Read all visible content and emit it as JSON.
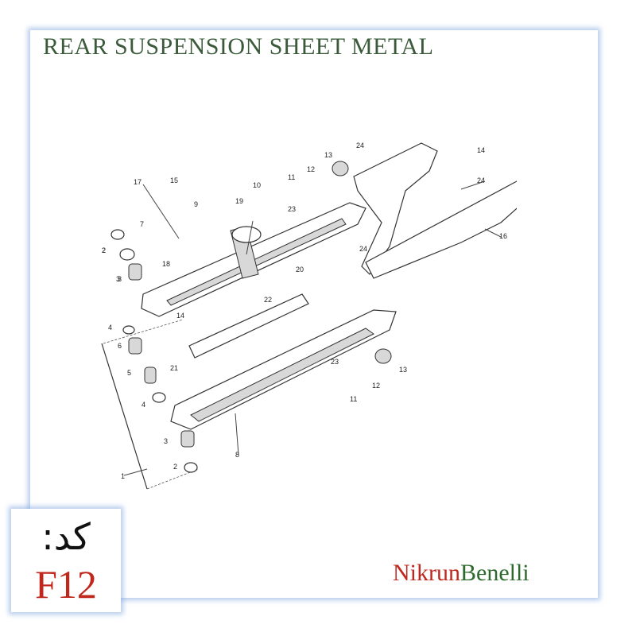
{
  "title": "REAR SUSPENSION SHEET METAL",
  "brand": {
    "part1": "Nikrun",
    "part2": "Benelli"
  },
  "code": {
    "label": "کد:",
    "value": "F12"
  },
  "callouts": [
    "1",
    "2",
    "3",
    "4",
    "5",
    "6",
    "4",
    "3",
    "2",
    "7",
    "2",
    "3",
    "17",
    "15",
    "9",
    "18",
    "19",
    "10",
    "11",
    "12",
    "13",
    "23",
    "24",
    "14",
    "24",
    "16",
    "24",
    "20",
    "22",
    "14",
    "21",
    "8",
    "23",
    "13",
    "12",
    "11"
  ]
}
